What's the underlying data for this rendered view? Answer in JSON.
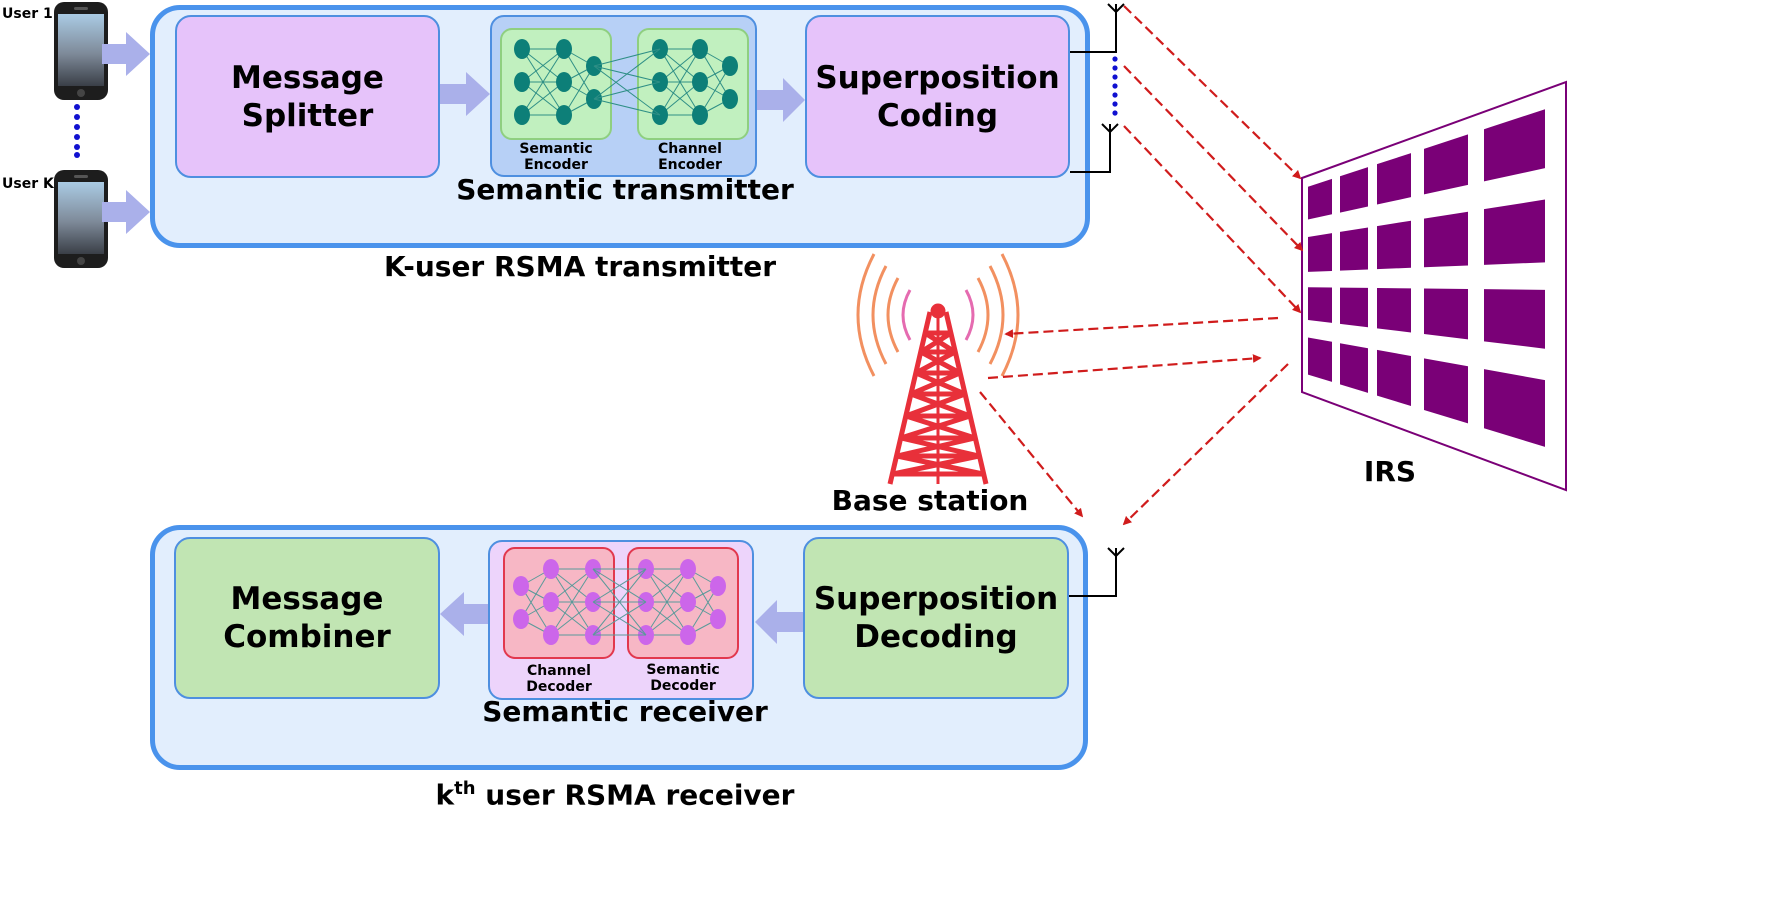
{
  "users": {
    "first_label": "User 1",
    "last_label": "User K"
  },
  "transmitter": {
    "caption": "K-user RSMA transmitter",
    "splitter": {
      "line1": "Message",
      "line2": "Splitter"
    },
    "semantic_block": {
      "caption": "Semantic transmitter",
      "encoder1": {
        "line1": "Semantic",
        "line2": "Encoder"
      },
      "encoder2": {
        "line1": "Channel",
        "line2": "Encoder"
      }
    },
    "coding": {
      "line1": "Superposition",
      "line2": "Coding"
    }
  },
  "base_station": {
    "label": "Base station"
  },
  "irs": {
    "label": "IRS",
    "color": "#7a0077"
  },
  "receiver": {
    "caption_main": "k",
    "caption_sup": "th",
    "caption_rest": " user RSMA receiver",
    "combiner": {
      "line1": "Message",
      "line2": "Combiner"
    },
    "semantic_block": {
      "caption": "Semantic receiver",
      "decoder1": {
        "line1": "Channel",
        "line2": "Decoder"
      },
      "decoder2": {
        "line1": "Semantic",
        "line2": "Decoder"
      }
    },
    "decoding": {
      "line1": "Superposition",
      "line2": "Decoding"
    }
  },
  "colors": {
    "box_fill": "#e2eefd",
    "box_border": "#4a93ec",
    "pink_block": "#e6c3fa",
    "green_block": "#c1e5b3",
    "signal_arrow": "#d01c1c",
    "tower": "#e8303a",
    "flow_arrow": "#aab0ea",
    "tx_node": "#0d7f78",
    "rx_node": "#cc66ea"
  }
}
